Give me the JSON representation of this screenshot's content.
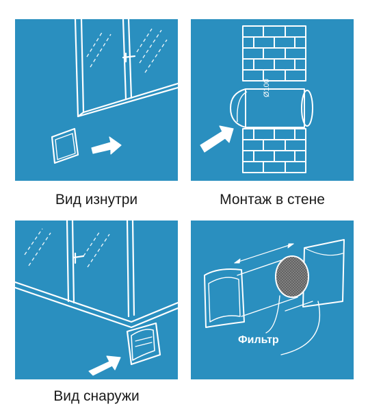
{
  "panels": [
    {
      "id": "inside",
      "caption": "Вид изнутри"
    },
    {
      "id": "wall",
      "caption": "Монтаж в стене",
      "diameter_label": "Ø100"
    },
    {
      "id": "outside",
      "caption": "Вид снаружи"
    },
    {
      "id": "assembly",
      "filter_label": "Фильтр"
    }
  ],
  "colors": {
    "panel": "#2a8fbf",
    "line": "#ffffff",
    "caption": "#1a1a1a"
  }
}
